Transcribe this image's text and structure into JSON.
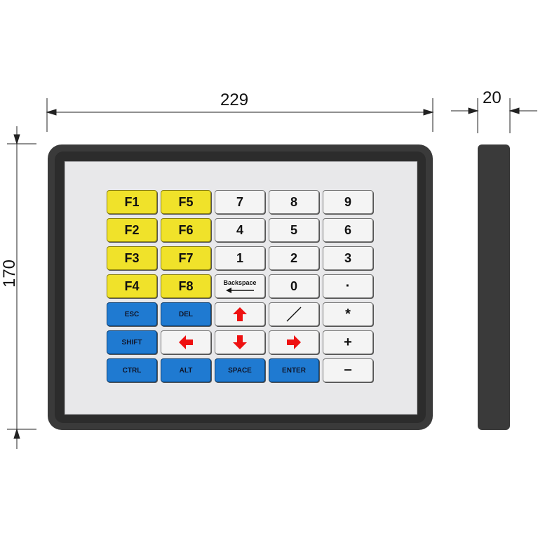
{
  "dimensions": {
    "width": "229",
    "depth": "20",
    "height": "170"
  },
  "colors": {
    "housing": "#3a3a3a",
    "panel": "#e8e8ea",
    "function_key": "#f0e22a",
    "control_key": "#1f7ad1",
    "standard_key": "#f4f4f4",
    "arrow": "#ee1111"
  },
  "keys": {
    "f1": "F1",
    "f5": "F5",
    "n7": "7",
    "n8": "8",
    "n9": "9",
    "f2": "F2",
    "f6": "F6",
    "n4": "4",
    "n5": "5",
    "n6": "6",
    "f3": "F3",
    "f7": "F7",
    "n1": "1",
    "n2": "2",
    "n3": "3",
    "f4": "F4",
    "f8": "F8",
    "backspace": "Backspace",
    "n0": "0",
    "dot": "·",
    "esc": "ESC",
    "del": "DEL",
    "up": "up-arrow-icon",
    "slash": "/",
    "star": "*",
    "shift": "SHIFT",
    "left": "left-arrow-icon",
    "down": "down-arrow-icon",
    "right": "right-arrow-icon",
    "plus": "+",
    "ctrl": "CTRL",
    "alt": "ALT",
    "space": "SPACE",
    "enter": "ENTER",
    "minus": "−"
  }
}
